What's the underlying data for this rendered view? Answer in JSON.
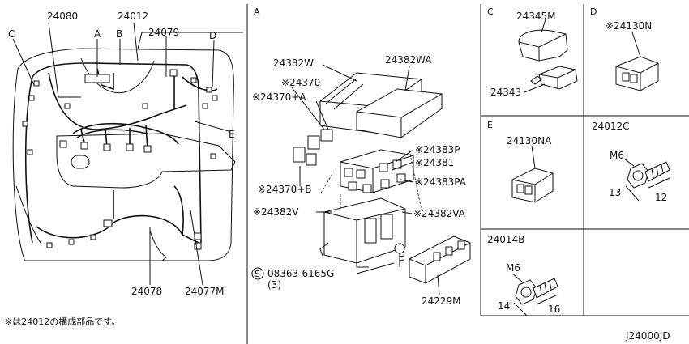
{
  "labels": {
    "harness_main": "24080",
    "harness_body": "24012",
    "harness_79": "24079",
    "harness_78": "24078",
    "harness_77m": "24077M",
    "callout_a": "A",
    "callout_b": "B",
    "callout_c": "C",
    "callout_d": "D",
    "callout_e": "E",
    "fuse_cover_w": "24382W",
    "fuse_cover_wa": "24382WA",
    "fuse_70": "※24370",
    "fuse_70a": "※24370+A",
    "fuse_70b": "※24370+B",
    "fuse_83p": "※24383P",
    "fuse_81": "※24381",
    "fuse_83pa": "※24383PA",
    "block_v": "※24382V",
    "block_va": "※24382VA",
    "screw_code": "08363-6165G",
    "screw_qty": "(3)",
    "screw_s": "S",
    "bracket": "24229M",
    "c_cap": "24345M",
    "c_clip": "24343",
    "d_conn": "※24130N",
    "e_conn": "24130NA",
    "bolt_c": "24012C",
    "bolt_c_m": "M6",
    "bolt_c_13": "13",
    "bolt_c_12": "12",
    "bolt_b": "24014B",
    "bolt_b_m": "M6",
    "bolt_b_14": "14",
    "bolt_b_16": "16",
    "footnote": "※は24012の構成部品です。",
    "drawing_code": "J24000JD"
  },
  "sections": {
    "a": "A",
    "c": "C",
    "d": "D",
    "e": "E"
  }
}
